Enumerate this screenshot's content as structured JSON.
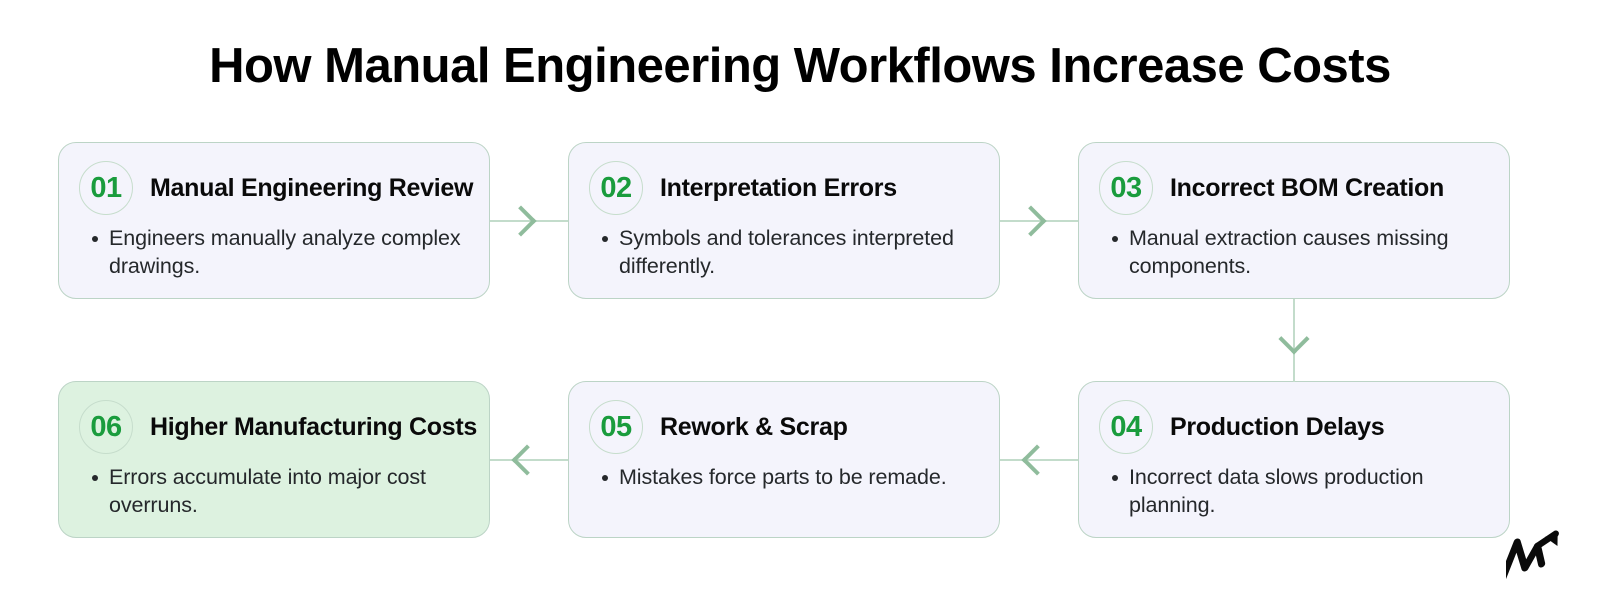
{
  "page": {
    "title": "How Manual Engineering Workflows Increase Costs",
    "background_color": "#ffffff"
  },
  "theme": {
    "accent_green": "#1a9c3d",
    "card_background": "#f4f4fc",
    "card_highlight_background": "#ddf2e0",
    "card_border": "#bcd4c6",
    "connector_line": "#c3dccb",
    "connector_arrow": "#8fbc9c",
    "title_color": "#000000",
    "body_text_color": "#25282b"
  },
  "cards": [
    {
      "number": "01",
      "title": "Manual Engineering Review",
      "bullets": [
        "Engineers manually analyze complex drawings."
      ],
      "highlight": false
    },
    {
      "number": "02",
      "title": "Interpretation Errors",
      "bullets": [
        "Symbols and tolerances interpreted differently."
      ],
      "highlight": false
    },
    {
      "number": "03",
      "title": "Incorrect BOM Creation",
      "bullets": [
        "Manual extraction causes missing components."
      ],
      "highlight": false
    },
    {
      "number": "04",
      "title": "Production Delays",
      "bullets": [
        "Incorrect data slows production planning."
      ],
      "highlight": false
    },
    {
      "number": "05",
      "title": "Rework & Scrap",
      "bullets": [
        "Mistakes force parts to be remade."
      ],
      "highlight": false
    },
    {
      "number": "06",
      "title": "Higher Manufacturing Costs",
      "bullets": [
        "Errors accumulate into major cost overruns."
      ],
      "highlight": true
    }
  ],
  "connectors": [
    {
      "from": "01",
      "to": "02",
      "direction": "right",
      "icon": "chevron-right-icon"
    },
    {
      "from": "02",
      "to": "03",
      "direction": "right",
      "icon": "chevron-right-icon"
    },
    {
      "from": "03",
      "to": "04",
      "direction": "down",
      "icon": "chevron-down-icon"
    },
    {
      "from": "04",
      "to": "05",
      "direction": "left",
      "icon": "chevron-left-icon"
    },
    {
      "from": "05",
      "to": "06",
      "direction": "left",
      "icon": "chevron-left-icon"
    }
  ],
  "logo": {
    "icon": "brand-m-arrow-logo",
    "color": "#0a0a0a"
  }
}
